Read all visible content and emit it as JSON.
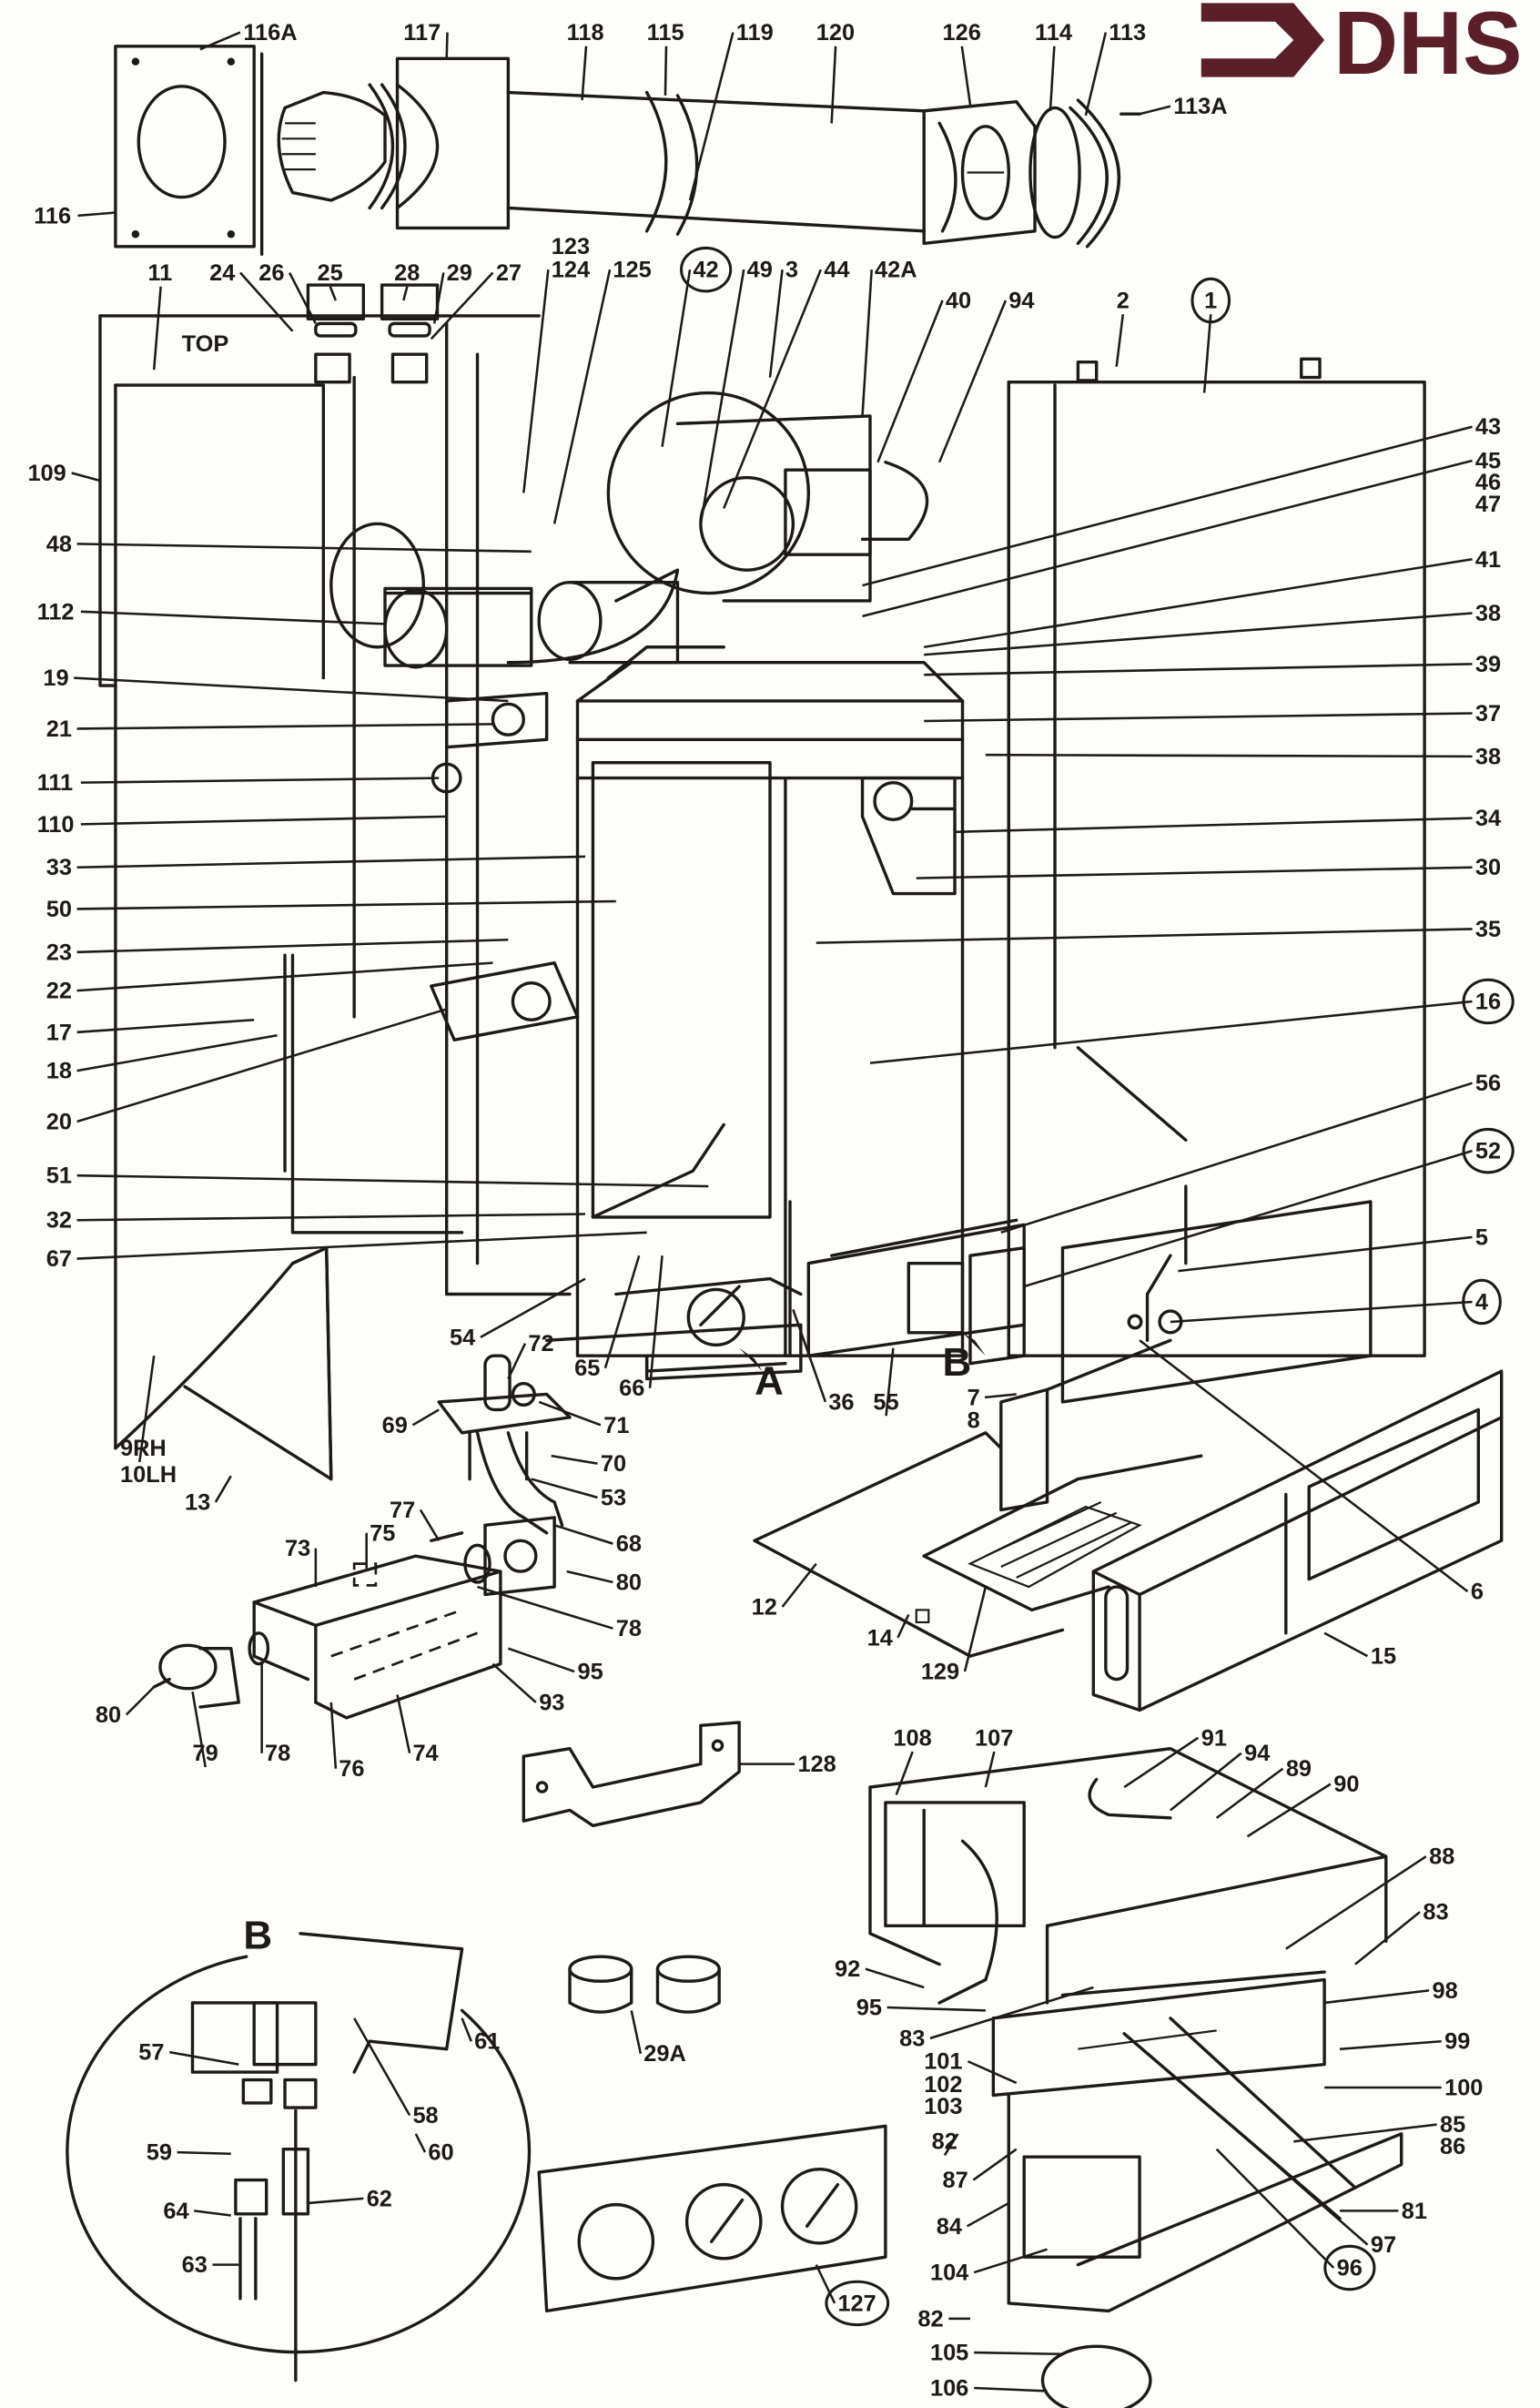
{
  "logo": {
    "text": "DHS",
    "color": "#5a1f28"
  },
  "detail_letters": {
    "a": "A",
    "b": "B",
    "b_detail": "B"
  },
  "top_label": "TOP",
  "labels": [
    {
      "id": "116A",
      "text": "116A"
    },
    {
      "id": "117",
      "text": "117"
    },
    {
      "id": "118",
      "text": "118"
    },
    {
      "id": "115",
      "text": "115"
    },
    {
      "id": "119",
      "text": "119"
    },
    {
      "id": "120",
      "text": "120"
    },
    {
      "id": "126",
      "text": "126"
    },
    {
      "id": "114",
      "text": "114"
    },
    {
      "id": "113",
      "text": "113"
    },
    {
      "id": "113A",
      "text": "113A"
    },
    {
      "id": "116",
      "text": "116"
    },
    {
      "id": "11",
      "text": "11"
    },
    {
      "id": "24",
      "text": "24"
    },
    {
      "id": "26",
      "text": "26"
    },
    {
      "id": "25",
      "text": "25"
    },
    {
      "id": "28",
      "text": "28"
    },
    {
      "id": "29",
      "text": "29"
    },
    {
      "id": "27",
      "text": "27"
    },
    {
      "id": "123",
      "text": "123"
    },
    {
      "id": "124",
      "text": "124"
    },
    {
      "id": "125",
      "text": "125"
    },
    {
      "id": "42",
      "text": "42",
      "circled": true
    },
    {
      "id": "49",
      "text": "49"
    },
    {
      "id": "3",
      "text": "3"
    },
    {
      "id": "44",
      "text": "44"
    },
    {
      "id": "42A",
      "text": "42A"
    },
    {
      "id": "40",
      "text": "40"
    },
    {
      "id": "94a",
      "text": "94"
    },
    {
      "id": "2",
      "text": "2"
    },
    {
      "id": "1",
      "text": "1",
      "circled": true
    },
    {
      "id": "109",
      "text": "109"
    },
    {
      "id": "48",
      "text": "48"
    },
    {
      "id": "112",
      "text": "112"
    },
    {
      "id": "19",
      "text": "19"
    },
    {
      "id": "21",
      "text": "21"
    },
    {
      "id": "111",
      "text": "111"
    },
    {
      "id": "110",
      "text": "110"
    },
    {
      "id": "33",
      "text": "33"
    },
    {
      "id": "50",
      "text": "50"
    },
    {
      "id": "23",
      "text": "23"
    },
    {
      "id": "22",
      "text": "22"
    },
    {
      "id": "17",
      "text": "17"
    },
    {
      "id": "18",
      "text": "18"
    },
    {
      "id": "20",
      "text": "20"
    },
    {
      "id": "51",
      "text": "51"
    },
    {
      "id": "32",
      "text": "32"
    },
    {
      "id": "67",
      "text": "67"
    },
    {
      "id": "43",
      "text": "43"
    },
    {
      "id": "45",
      "text": "45"
    },
    {
      "id": "46",
      "text": "46"
    },
    {
      "id": "47",
      "text": "47"
    },
    {
      "id": "41",
      "text": "41"
    },
    {
      "id": "38a",
      "text": "38"
    },
    {
      "id": "39",
      "text": "39"
    },
    {
      "id": "37",
      "text": "37"
    },
    {
      "id": "38b",
      "text": "38"
    },
    {
      "id": "34",
      "text": "34"
    },
    {
      "id": "30",
      "text": "30"
    },
    {
      "id": "35",
      "text": "35"
    },
    {
      "id": "16",
      "text": "16",
      "circled": true
    },
    {
      "id": "56",
      "text": "56"
    },
    {
      "id": "52",
      "text": "52",
      "circled": true
    },
    {
      "id": "5",
      "text": "5"
    },
    {
      "id": "4",
      "text": "4",
      "circled": true
    },
    {
      "id": "6",
      "text": "6"
    },
    {
      "id": "54",
      "text": "54"
    },
    {
      "id": "65",
      "text": "65"
    },
    {
      "id": "66",
      "text": "66"
    },
    {
      "id": "36",
      "text": "36"
    },
    {
      "id": "55",
      "text": "55"
    },
    {
      "id": "7",
      "text": "7"
    },
    {
      "id": "8",
      "text": "8"
    },
    {
      "id": "9RH",
      "text": "9RH"
    },
    {
      "id": "10LH",
      "text": "10LH"
    },
    {
      "id": "13",
      "text": "13"
    },
    {
      "id": "72",
      "text": "72"
    },
    {
      "id": "69",
      "text": "69"
    },
    {
      "id": "71",
      "text": "71"
    },
    {
      "id": "70",
      "text": "70"
    },
    {
      "id": "53",
      "text": "53"
    },
    {
      "id": "77",
      "text": "77"
    },
    {
      "id": "68",
      "text": "68"
    },
    {
      "id": "75",
      "text": "75"
    },
    {
      "id": "73",
      "text": "73"
    },
    {
      "id": "80a",
      "text": "80"
    },
    {
      "id": "78a",
      "text": "78"
    },
    {
      "id": "95a",
      "text": "95"
    },
    {
      "id": "93",
      "text": "93"
    },
    {
      "id": "80b",
      "text": "80"
    },
    {
      "id": "79",
      "text": "79"
    },
    {
      "id": "78b",
      "text": "78"
    },
    {
      "id": "76",
      "text": "76"
    },
    {
      "id": "74",
      "text": "74"
    },
    {
      "id": "12",
      "text": "12"
    },
    {
      "id": "14",
      "text": "14"
    },
    {
      "id": "129",
      "text": "129"
    },
    {
      "id": "15",
      "text": "15"
    },
    {
      "id": "128",
      "text": "128"
    },
    {
      "id": "29A",
      "text": "29A"
    },
    {
      "id": "127",
      "text": "127",
      "circled": true
    },
    {
      "id": "57",
      "text": "57"
    },
    {
      "id": "58",
      "text": "58"
    },
    {
      "id": "60",
      "text": "60"
    },
    {
      "id": "61",
      "text": "61"
    },
    {
      "id": "59",
      "text": "59"
    },
    {
      "id": "62",
      "text": "62"
    },
    {
      "id": "64",
      "text": "64"
    },
    {
      "id": "63",
      "text": "63"
    },
    {
      "id": "108",
      "text": "108"
    },
    {
      "id": "107",
      "text": "107"
    },
    {
      "id": "91",
      "text": "91"
    },
    {
      "id": "94b",
      "text": "94"
    },
    {
      "id": "89",
      "text": "89"
    },
    {
      "id": "90",
      "text": "90"
    },
    {
      "id": "88",
      "text": "88"
    },
    {
      "id": "83a",
      "text": "83"
    },
    {
      "id": "98",
      "text": "98"
    },
    {
      "id": "92",
      "text": "92"
    },
    {
      "id": "95b",
      "text": "95"
    },
    {
      "id": "83b",
      "text": "83"
    },
    {
      "id": "99",
      "text": "99"
    },
    {
      "id": "101",
      "text": "101"
    },
    {
      "id": "102",
      "text": "102"
    },
    {
      "id": "103",
      "text": "103"
    },
    {
      "id": "100",
      "text": "100"
    },
    {
      "id": "82a",
      "text": "82"
    },
    {
      "id": "85",
      "text": "85"
    },
    {
      "id": "86",
      "text": "86"
    },
    {
      "id": "87",
      "text": "87"
    },
    {
      "id": "84",
      "text": "84"
    },
    {
      "id": "81",
      "text": "81"
    },
    {
      "id": "97",
      "text": "97"
    },
    {
      "id": "96",
      "text": "96",
      "circled": true
    },
    {
      "id": "104",
      "text": "104"
    },
    {
      "id": "82b",
      "text": "82"
    },
    {
      "id": "105",
      "text": "105"
    },
    {
      "id": "106",
      "text": "106"
    }
  ]
}
